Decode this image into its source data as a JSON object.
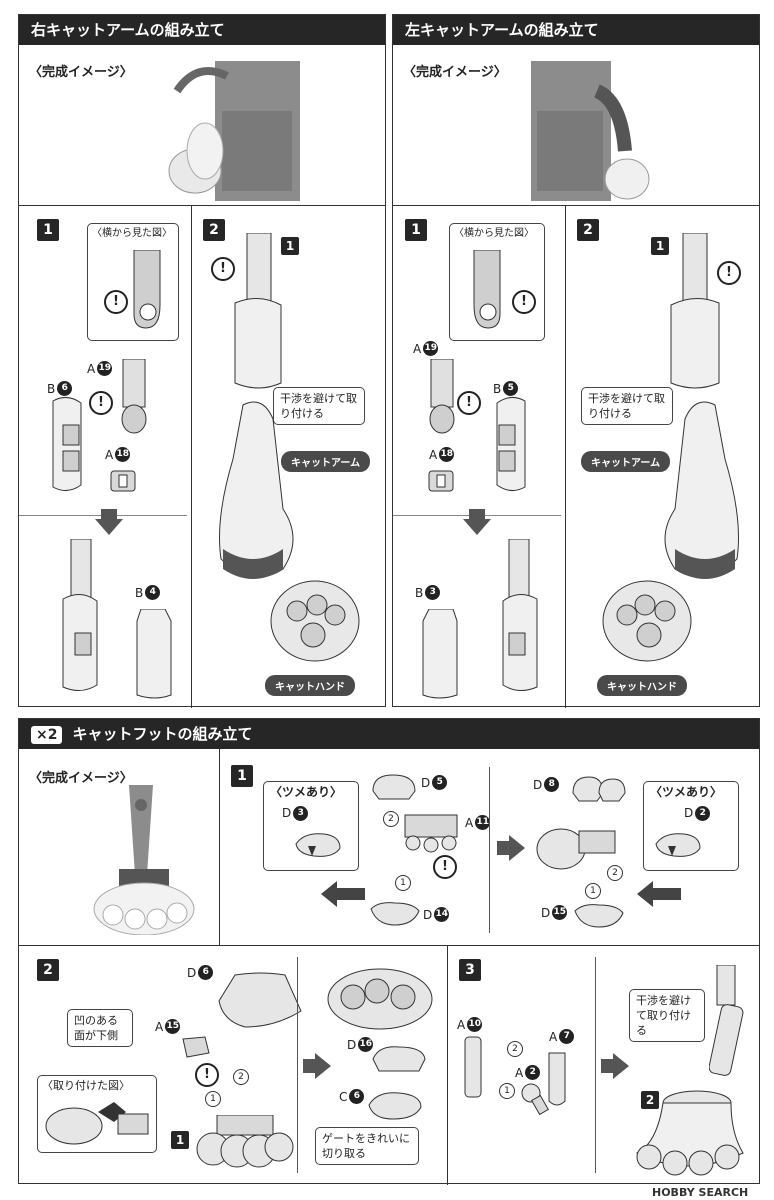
{
  "right_arm": {
    "title": "右キャットアームの組み立て",
    "image_label": "〈完成イメージ〉",
    "step1": {
      "num": "1",
      "side_view_title": "〈横から見た図〉",
      "warn": "!",
      "parts": [
        {
          "letter": "A",
          "num": "19"
        },
        {
          "letter": "B",
          "num": "6"
        },
        {
          "letter": "A",
          "num": "18"
        },
        {
          "letter": "B",
          "num": "4"
        }
      ]
    },
    "step2": {
      "num": "2",
      "sub_num": "1",
      "warn": "!",
      "note": "干渉を避けて取り付ける",
      "arm_label": "キャットアーム",
      "hand_label": "キャットハンド"
    }
  },
  "left_arm": {
    "title": "左キャットアームの組み立て",
    "image_label": "〈完成イメージ〉",
    "step1": {
      "num": "1",
      "side_view_title": "〈横から見た図〉",
      "warn": "!",
      "parts": [
        {
          "letter": "A",
          "num": "19"
        },
        {
          "letter": "B",
          "num": "5"
        },
        {
          "letter": "A",
          "num": "18"
        },
        {
          "letter": "B",
          "num": "3"
        }
      ]
    },
    "step2": {
      "num": "2",
      "sub_num": "1",
      "warn": "!",
      "note": "干渉を避けて取り付ける",
      "arm_label": "キャットアーム",
      "hand_label": "キャットハンド"
    }
  },
  "foot": {
    "multiplier": "×2",
    "title": "キャットフットの組み立て",
    "image_label": "〈完成イメージ〉",
    "step1": {
      "num": "1",
      "claw_label": "〈ツメあり〉",
      "left_parts": [
        {
          "letter": "D",
          "num": "3"
        },
        {
          "letter": "D",
          "num": "5"
        },
        {
          "letter": "A",
          "num": "11"
        },
        {
          "letter": "D",
          "num": "14"
        }
      ],
      "right_parts": [
        {
          "letter": "D",
          "num": "8"
        },
        {
          "letter": "D",
          "num": "2"
        },
        {
          "letter": "D",
          "num": "15"
        }
      ],
      "order_1": "1",
      "order_2": "2",
      "warn": "!"
    },
    "step2": {
      "num": "2",
      "sub_num": "1",
      "concave_note": "凹のある面が下側",
      "attached_view": "〈取り付けた図〉",
      "gate_note": "ゲートをきれいに切り取る",
      "parts": [
        {
          "letter": "D",
          "num": "6"
        },
        {
          "letter": "A",
          "num": "15"
        },
        {
          "letter": "D",
          "num": "16"
        },
        {
          "letter": "C",
          "num": "6"
        }
      ],
      "order_1": "1",
      "order_2": "2",
      "warn": "!"
    },
    "step3": {
      "num": "3",
      "sub_num": "2",
      "note": "干渉を避けて取り付ける",
      "parts": [
        {
          "letter": "A",
          "num": "10"
        },
        {
          "letter": "A",
          "num": "7"
        },
        {
          "letter": "A",
          "num": "2"
        }
      ],
      "order_1": "1",
      "order_2": "2"
    }
  },
  "watermark": "HOBBY SEARCH",
  "colors": {
    "header": "#262626",
    "pill": "#4a4a4a",
    "part": "#cfcfcf",
    "figure": "#8c8c8c"
  }
}
